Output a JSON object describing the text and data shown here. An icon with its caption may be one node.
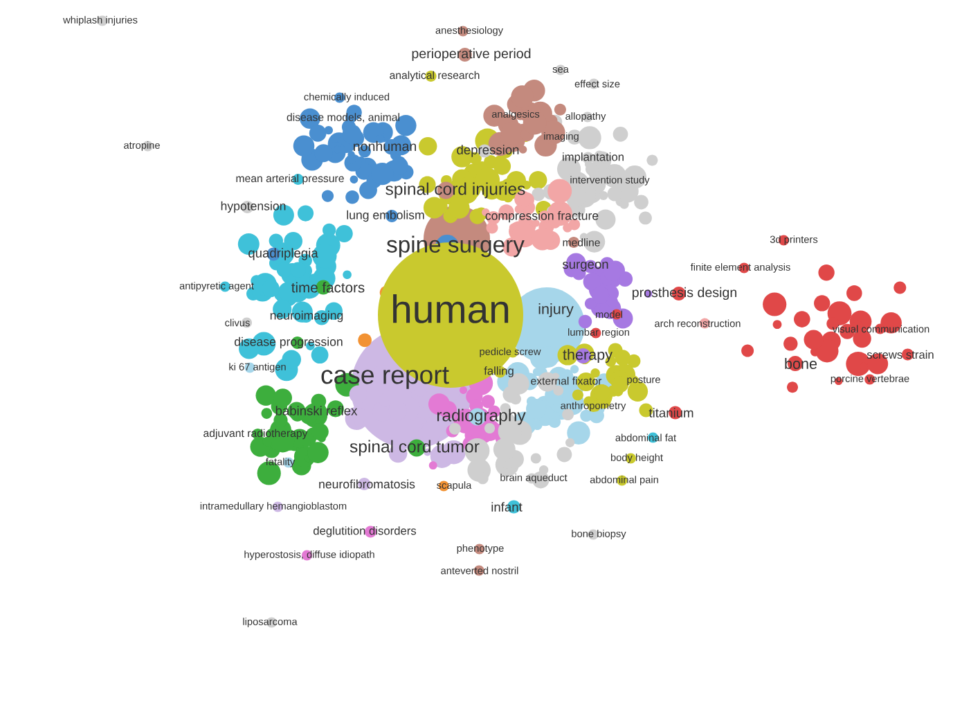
{
  "diagram": {
    "labels": [
      "whiplash injuries",
      "anesthesiology",
      "perioperative period",
      "sea",
      "analytical research",
      "effect size",
      "chemically induced",
      "disease models, animal",
      "analgesics",
      "allopathy",
      "imaging",
      "atropine",
      "nonhuman",
      "depression",
      "implantation",
      "mean arterial pressure",
      "intervention study",
      "spinal cord injuries",
      "hypotension",
      "lung embolism",
      "compression fracture",
      "medline",
      "3d printers",
      "spine surgery",
      "quadriplegia",
      "surgeon",
      "finite element analysis",
      "antipyretic agent",
      "time factors",
      "prosthesis design",
      "human",
      "injury",
      "model",
      "neuroimaging",
      "clivus",
      "arch reconstruction",
      "visual communication",
      "lumbar region",
      "disease progression",
      "pedicle screw",
      "therapy",
      "bone",
      "screws strain",
      "ki 67 antigen",
      "case report",
      "falling",
      "external fixator",
      "posture",
      "porcine vertebrae",
      "anthropometry",
      "babinski reflex",
      "titanium",
      "radiography",
      "adjuvant radiotherapy",
      "abdominal fat",
      "spinal cord tumor",
      "body height",
      "fatality",
      "neurofibromatosis",
      "scapula",
      "brain aqueduct",
      "abdominal pain",
      "intramedullary hemangioblastom",
      "infant",
      "deglutition disorders",
      "bone biopsy",
      "phenotype",
      "hyperostosis, diffuse idiopath",
      "anteverted nostril",
      "liposarcoma"
    ]
  }
}
